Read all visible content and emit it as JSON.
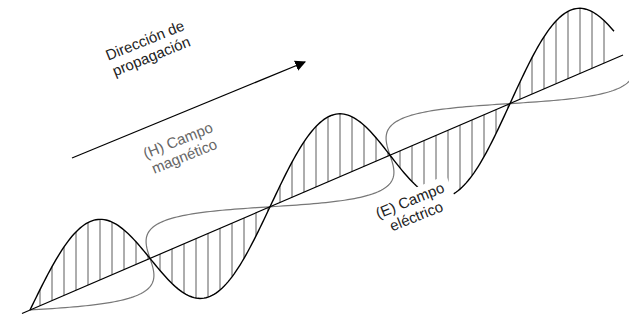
{
  "diagram": {
    "labels": [
      "Dirección de propagación",
      "(H) Campo magnético",
      "(E) Campo eléctrico"
    ]
  }
}
